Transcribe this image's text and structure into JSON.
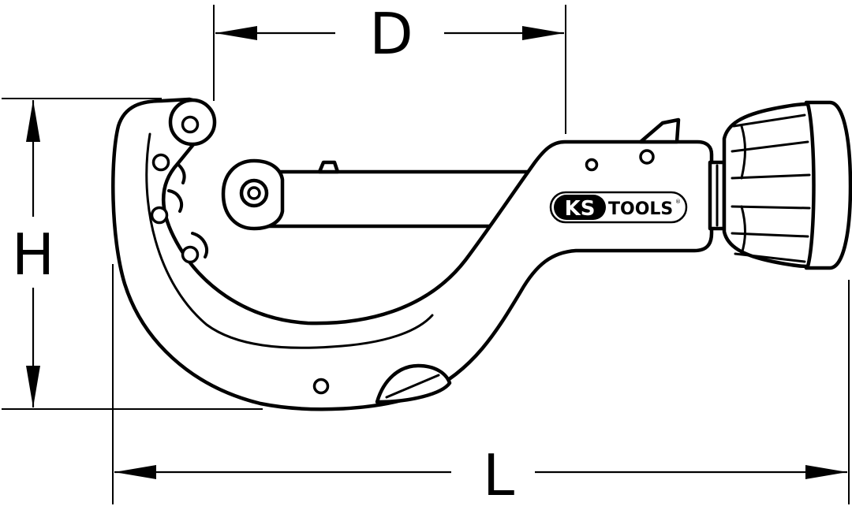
{
  "dimensions": {
    "depth_label": "D",
    "height_label": "H",
    "length_label": "L"
  },
  "logo": {
    "brand_ks": "KS",
    "brand_tools": "TOOLS",
    "registered_mark": "®"
  },
  "colors": {
    "line": "#000000",
    "background": "#ffffff"
  }
}
